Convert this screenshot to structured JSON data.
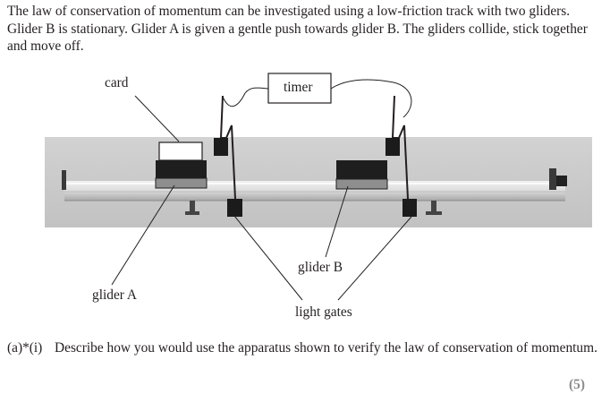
{
  "intro": "The law of conservation of momentum can be investigated using a low-friction track with two gliders.  Glider B is stationary. Glider A is given a gentle push towards glider B.  The gliders collide, stick together and move off.",
  "labels": {
    "card": "card",
    "timer": "timer",
    "glider_a": "glider A",
    "glider_b": "glider B",
    "light_gates": "light gates"
  },
  "question": {
    "number": "(a)*(i)",
    "text": "Describe how you would use the apparatus shown to verify the law of conservation of momentum.",
    "marks": "(5)"
  }
}
